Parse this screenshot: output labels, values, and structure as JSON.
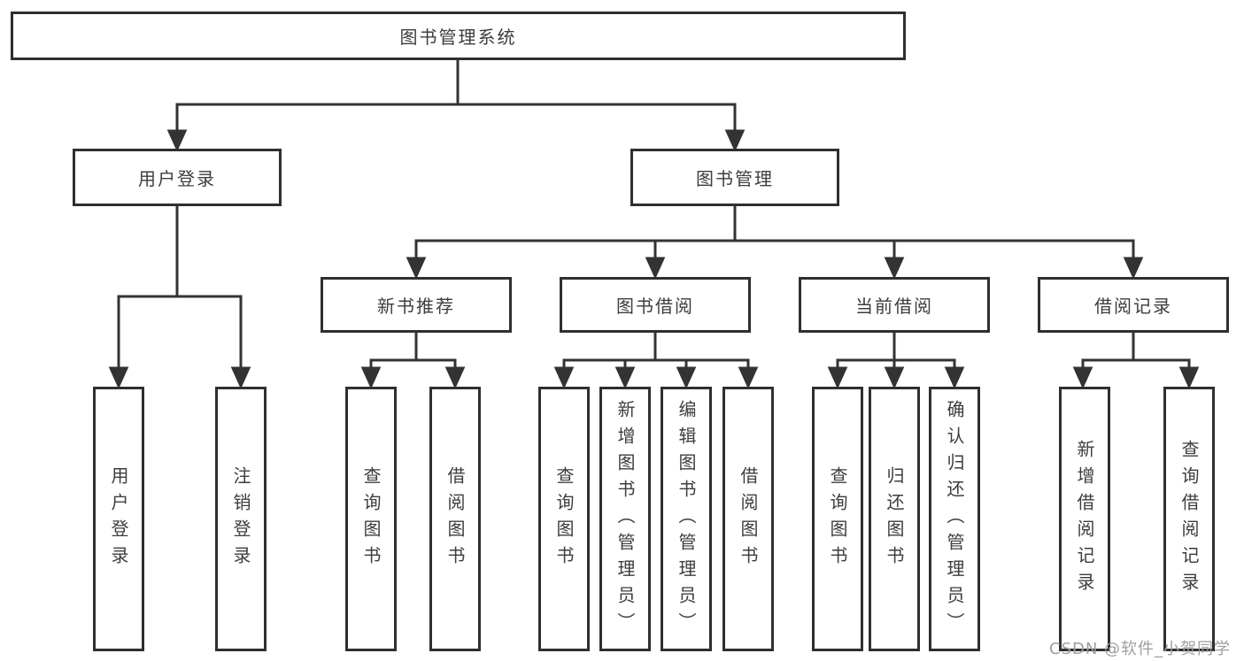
{
  "tree": {
    "label": "图书管理系统",
    "children": [
      {
        "label": "用户登录",
        "children": [
          {
            "label": "用户登录"
          },
          {
            "label": "注销登录"
          }
        ]
      },
      {
        "label": "图书管理",
        "children": [
          {
            "label": "新书推荐",
            "children": [
              {
                "label": "查询图书"
              },
              {
                "label": "借阅图书"
              }
            ]
          },
          {
            "label": "图书借阅",
            "children": [
              {
                "label": "查询图书"
              },
              {
                "label": "新增图书（管理员）"
              },
              {
                "label": "编辑图书（管理员）"
              },
              {
                "label": "借阅图书"
              }
            ]
          },
          {
            "label": "当前借阅",
            "children": [
              {
                "label": "查询图书"
              },
              {
                "label": "归还图书"
              },
              {
                "label": "确认归还（管理员）"
              }
            ]
          },
          {
            "label": "借阅记录",
            "children": [
              {
                "label": "新增借阅记录"
              },
              {
                "label": "查询借阅记录"
              }
            ]
          }
        ]
      }
    ]
  },
  "watermark": {
    "text": "CSDN @软件_小贺同学",
    "color": "#9e9e9e"
  },
  "colors": {
    "line": "#333333",
    "box_border": "#2f2f2f",
    "text": "#3d3d3d",
    "background": "#ffffff"
  }
}
